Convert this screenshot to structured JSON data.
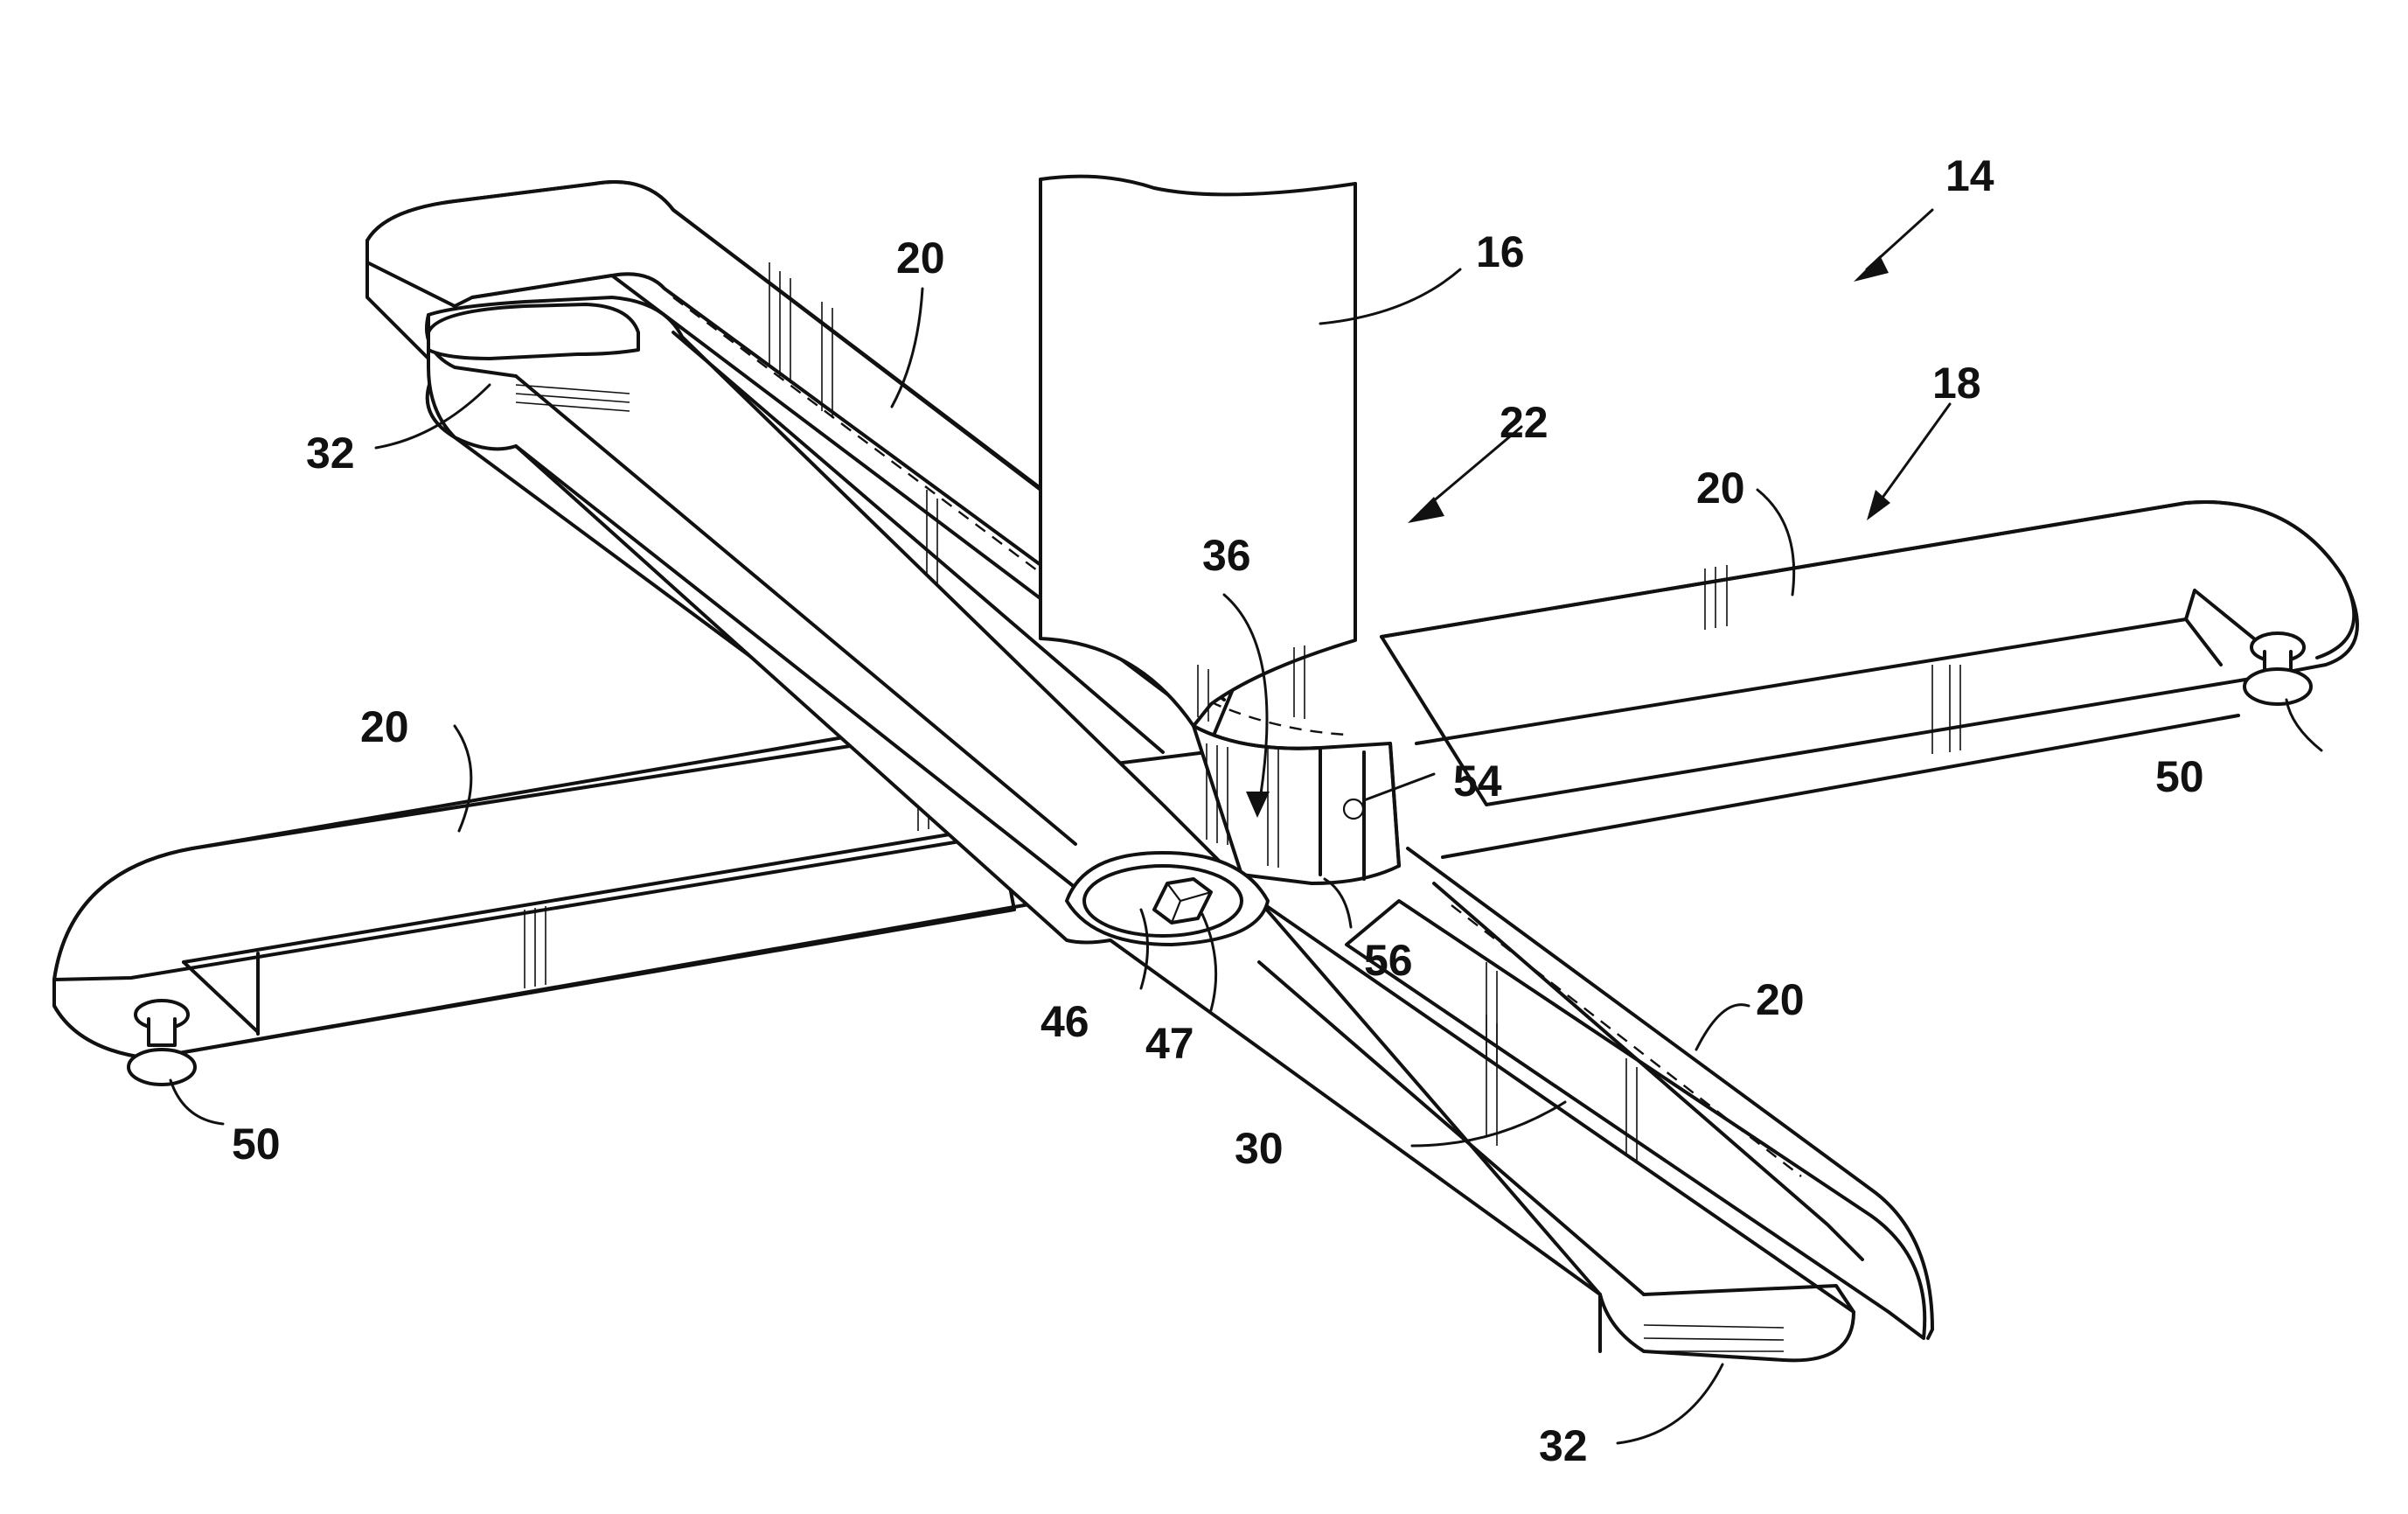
{
  "figure": {
    "reference_numerals": {
      "assembly": "14",
      "post": "16",
      "base": "18",
      "arm_upper_left": "20",
      "arm_right": "20",
      "arm_left": "20",
      "arm_lower_right": "20",
      "hub": "22",
      "bracket": "30",
      "bracket_end_upper": "32",
      "bracket_end_lower": "32",
      "recess": "36",
      "bore": "46",
      "bolt": "47",
      "glide_right": "50",
      "glide_left": "50",
      "fastener": "54",
      "tab": "56"
    }
  }
}
